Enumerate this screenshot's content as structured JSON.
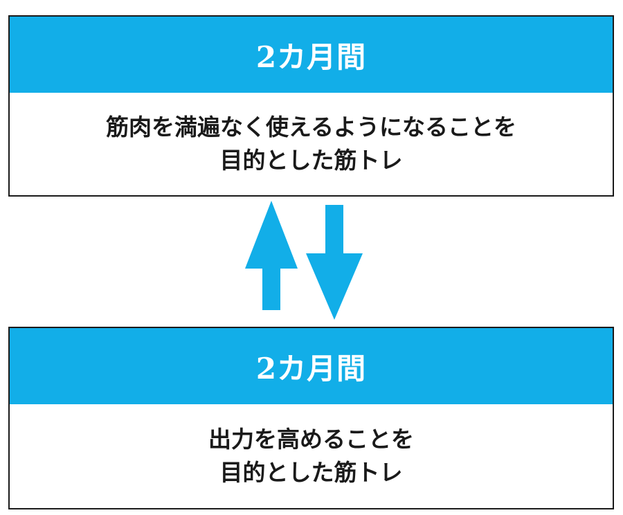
{
  "colors": {
    "accent": "#12aee8",
    "text": "#1a1a1a",
    "border": "#1a1a1a"
  },
  "top_box": {
    "header": "2カ月間",
    "line1": "筋肉を満遍なく使えるようになることを",
    "line2": "目的とした筋トレ"
  },
  "bottom_box": {
    "header": "2カ月間",
    "line1": "出力を高めることを",
    "line2": "目的とした筋トレ"
  },
  "arrows": {
    "up_icon": "arrow-up-icon",
    "down_icon": "arrow-down-icon"
  }
}
